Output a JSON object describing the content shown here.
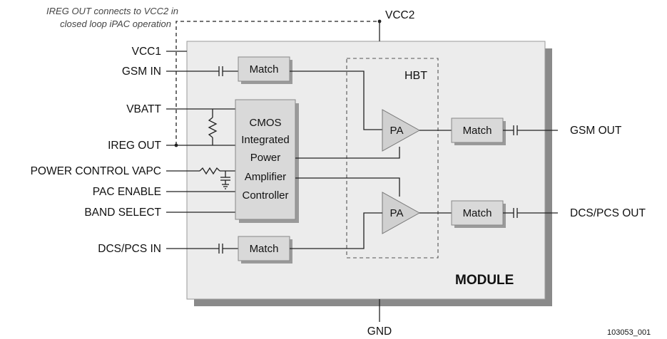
{
  "note": {
    "line1": "IREG OUT connects to VCC2 in",
    "line2": "closed loop iPAC operation"
  },
  "pins": {
    "vcc2": "VCC2",
    "vcc1": "VCC1",
    "gsm_in": "GSM IN",
    "vbatt": "VBATT",
    "ireg_out": "IREG OUT",
    "power_control": "POWER CONTROL VAPC",
    "pac_enable": "PAC ENABLE",
    "band_select": "BAND SELECT",
    "dcs_pcs_in": "DCS/PCS IN",
    "gsm_out": "GSM OUT",
    "dcs_pcs_out": "DCS/PCS OUT",
    "gnd": "GND"
  },
  "blocks": {
    "match_gsm_in": "Match",
    "match_dcs_in": "Match",
    "match_gsm_out": "Match",
    "match_dcs_out": "Match",
    "controller_lines": [
      "CMOS",
      "Integrated",
      "Power",
      "Amplifier",
      "Controller"
    ],
    "pa_top": "PA",
    "pa_bottom": "PA",
    "hbt": "HBT",
    "module": "MODULE"
  },
  "figure_id": "103053_001",
  "colors": {
    "module_fill": "#ececec",
    "module_shadow": "#8a8a8a",
    "block_fill": "#d9d9d9",
    "block_shadow": "#9a9a9a",
    "wire": "#222222"
  }
}
